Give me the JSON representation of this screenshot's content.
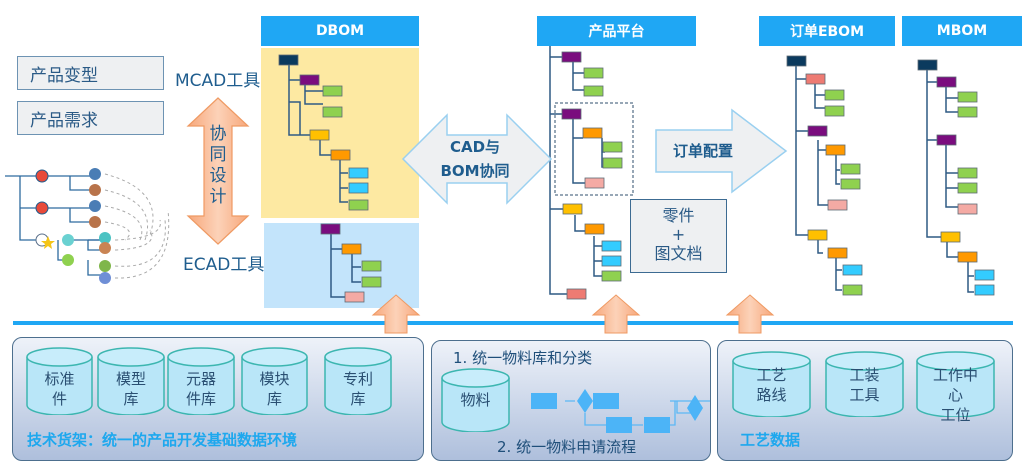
{
  "left": {
    "boxes": [
      {
        "label": "产品变型"
      },
      {
        "label": "产品需求"
      }
    ],
    "mcad_label": "MCAD工具",
    "ecad_label": "ECAD工具",
    "collab_arrow_chars": [
      "协",
      "同",
      "设",
      "计"
    ]
  },
  "columns": {
    "dbom": {
      "header": "DBOM"
    },
    "platform": {
      "header": "产品平台"
    },
    "order_ebom": {
      "header": "订单EBOM"
    },
    "mbom": {
      "header": "MBOM"
    }
  },
  "arrows": {
    "cad_bom": {
      "line1": "CAD与",
      "line2": "BOM协同"
    },
    "order_config": {
      "label": "订单配置"
    }
  },
  "parts_box": {
    "line1": "零件",
    "line2": "+",
    "line3": "图文档"
  },
  "colors": {
    "header_blue": "#1fa7f4",
    "dbom_bg": "#fde9a2",
    "ecad_bg": "#c3e4fb",
    "node_navy": "#0b3a5e",
    "node_purple": "#7a0d7e",
    "node_green": "#8fd14f",
    "node_gold": "#ffc000",
    "node_orange": "#ff9900",
    "node_cyan": "#33ccff",
    "node_pink": "#f4aaa4",
    "node_salmon": "#ee7b73",
    "up_arrow": "#f8b48a",
    "divider": "#1fa7f4",
    "panel_title": "#1ea8ee"
  },
  "bottom": {
    "tech_shelf": {
      "cylinders": [
        {
          "line1": "标准",
          "line2": "件"
        },
        {
          "line1": "模型",
          "line2": "库"
        },
        {
          "line1": "元器",
          "line2": "件库"
        },
        {
          "line1": "模块",
          "line2": "库"
        },
        {
          "line1": "专利",
          "line2": "库"
        }
      ],
      "title": "技术货架：统一的产品开发基础数据环境"
    },
    "material": {
      "step1": "1. 统一物料库和分类",
      "cylinder": "物料",
      "step2": "2. 统一物料申请流程"
    },
    "process": {
      "cylinders": [
        {
          "line1": "工艺",
          "line2": "路线",
          "line3": ""
        },
        {
          "line1": "工装",
          "line2": "工具",
          "line3": ""
        },
        {
          "line1": "工作中",
          "line2": "心",
          "line3": "工位"
        }
      ],
      "title": "工艺数据"
    }
  }
}
